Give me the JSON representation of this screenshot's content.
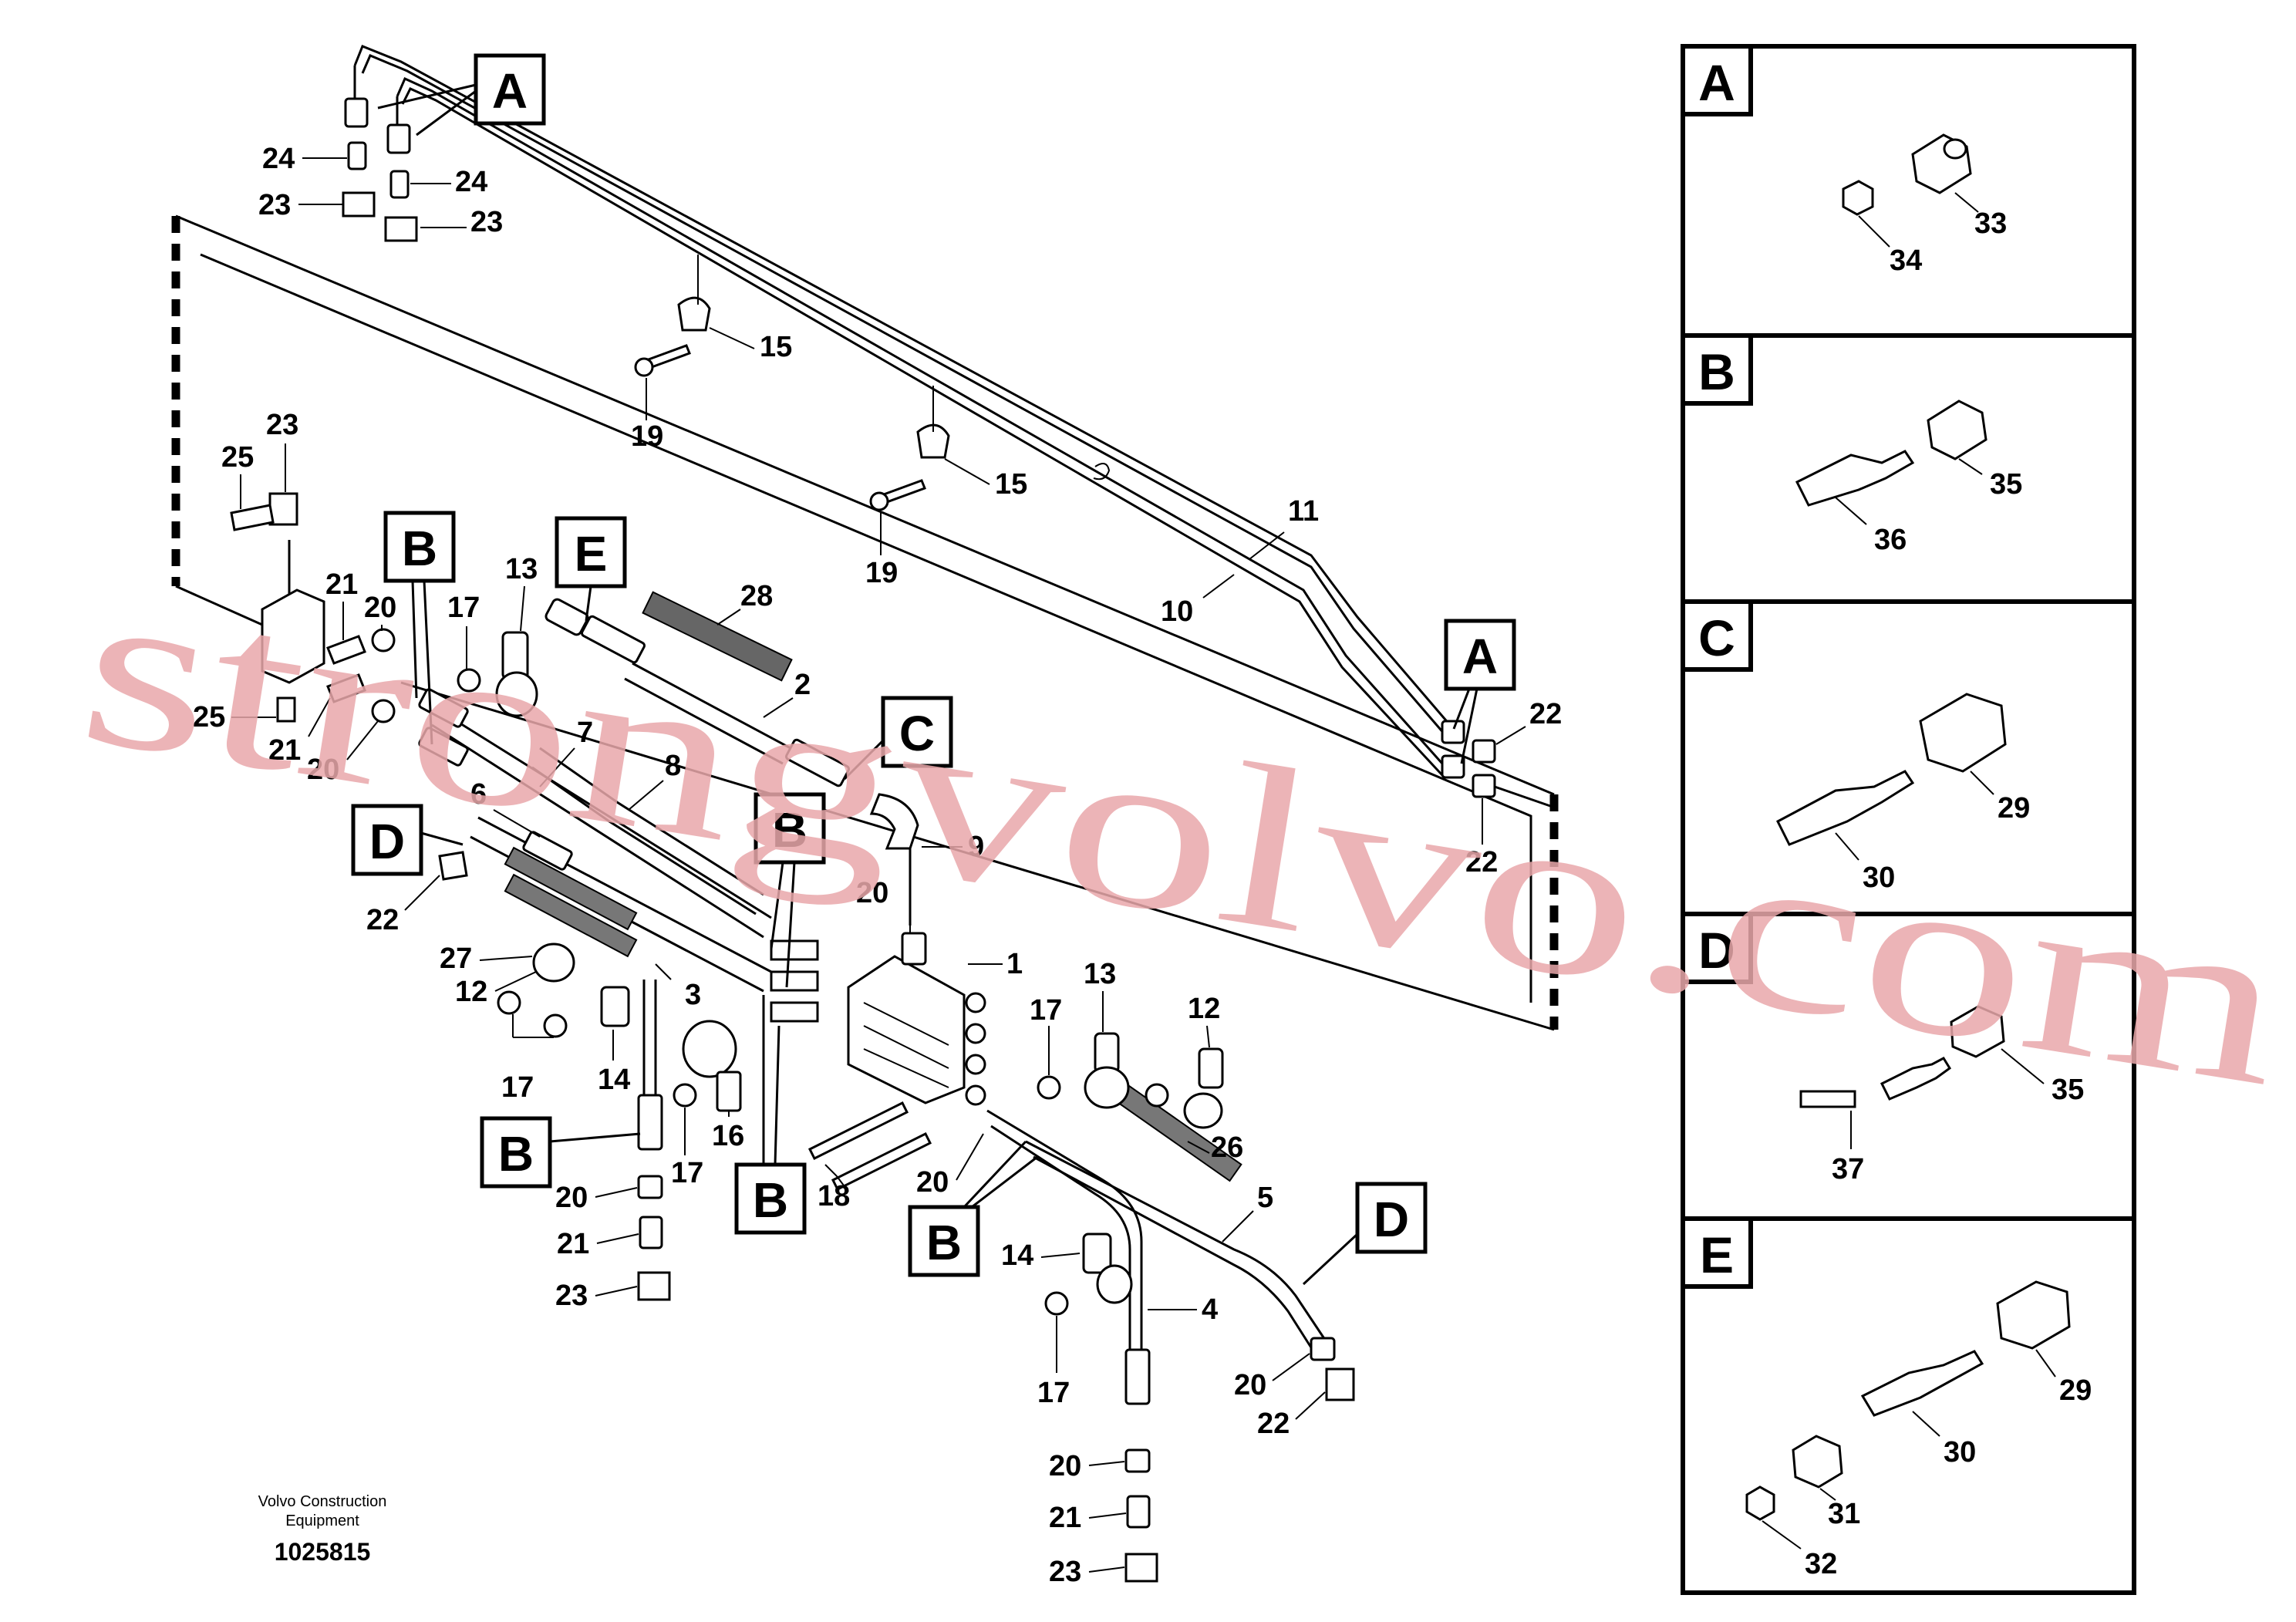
{
  "footer": {
    "brand_line1": "Volvo Construction",
    "brand_line2": "Equipment",
    "document_number": "1025815"
  },
  "watermark": "strongvolvo.com",
  "callouts": {
    "A": "A",
    "B": "B",
    "C": "C",
    "D": "D",
    "E": "E"
  },
  "labels": {
    "n1": "1",
    "n2": "2",
    "n3": "3",
    "n4": "4",
    "n5": "5",
    "n6": "6",
    "n7": "7",
    "n8": "8",
    "n9": "9",
    "n10": "10",
    "n11": "11",
    "n12": "12",
    "n13": "13",
    "n14": "14",
    "n15": "15",
    "n16": "16",
    "n17": "17",
    "n18": "18",
    "n19": "19",
    "n20": "20",
    "n21": "21",
    "n22": "22",
    "n23": "23",
    "n24": "24",
    "n25": "25",
    "n26": "26",
    "n27": "27",
    "n28": "28"
  },
  "insets": [
    {
      "letter": "A",
      "parts": [
        "33",
        "34"
      ]
    },
    {
      "letter": "B",
      "parts": [
        "35",
        "36"
      ]
    },
    {
      "letter": "C",
      "parts": [
        "29",
        "30"
      ]
    },
    {
      "letter": "D",
      "parts": [
        "35",
        "37"
      ]
    },
    {
      "letter": "E",
      "parts": [
        "29",
        "30",
        "31",
        "32"
      ]
    }
  ]
}
